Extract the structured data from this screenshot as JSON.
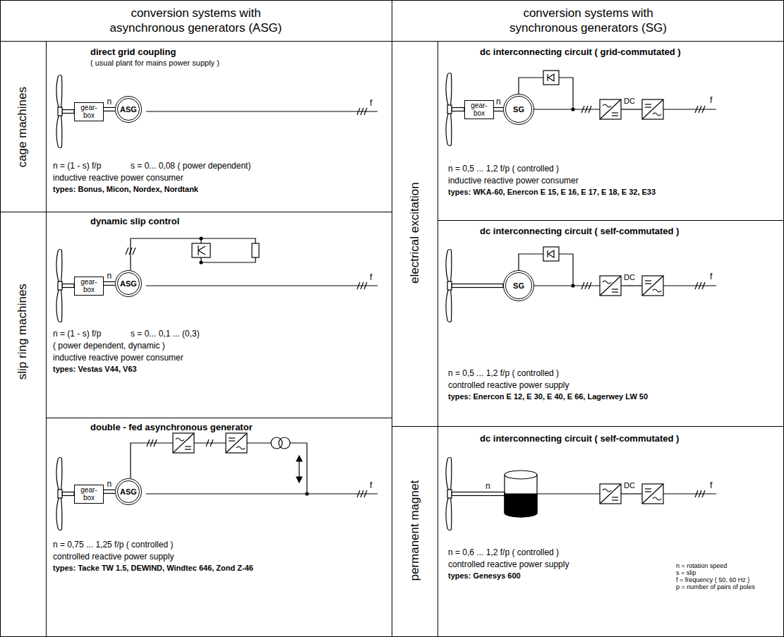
{
  "diagram": {
    "nodes": [
      {
        "text": [
          "conversion systems with asynchronous generators (ASG)"
        ]
      },
      {
        "text": [
          "conversion systems with synchronous generators (SG)"
        ]
      },
      {
        "text": [
          "cage machines"
        ]
      },
      {
        "text": [
          "direct grid coupling",
          "( usual plant for mains power supply )",
          "n = (1 - s) f/p",
          "s = 0... 0,08 ( power dependent)",
          "inductive reactive power consumer",
          "types: Bonus, Micon, Nordex, Nordtank"
        ]
      },
      {
        "text": [
          "gear- box"
        ],
        "in": 3
      },
      {
        "text": [
          "ASG"
        ],
        "in": 3
      },
      {
        "text": [
          "slip ring machines"
        ]
      },
      {
        "text": [
          "dynamic slip control",
          "n = (1 - s) f/p",
          "s = 0... 0,1 ... (0,3)",
          "( power dependent, dynamic )",
          "inductive reactive power consumer",
          "types: Vestas V44, V63"
        ]
      },
      {
        "text": [
          "gear- box"
        ],
        "in": 7
      },
      {
        "text": [
          "ASG"
        ],
        "in": 7
      },
      {
        "text": [
          "double - fed asynchronous generator",
          "n = 0,75 ... 1,25 f/p ( controlled )",
          "controlled reactive power supply",
          "types: Tacke TW 1.5, DEWIND, Windtec 646, Zond Z-46"
        ]
      },
      {
        "text": [
          "gear- box"
        ],
        "in": 10
      },
      {
        "text": [
          "ASG"
        ],
        "in": 10
      },
      {
        "text": [
          "electrical excitation"
        ]
      },
      {
        "text": [
          "dc interconnecting circuit ( grid-commutated )",
          "n = 0,5 ... 1,2 f/p ( controlled )",
          "inductive reactive power consumer",
          "types: WKA-60, Enercon E 15, E 16, E 17, E 18, E 32, E33"
        ]
      },
      {
        "text": [
          "gear- box"
        ],
        "in": 14
      },
      {
        "text": [
          "SG"
        ],
        "in": 14
      },
      {
        "text": [
          "dc interconnecting circuit ( self-commutated )",
          "n = 0,5 ... 1,2 f/p ( controlled )",
          "controlled reactive power supply",
          "types: Enercon E 12, E 30, E 40, E 66, Lagerwey LW 50"
        ]
      },
      {
        "text": [
          "SG"
        ],
        "in": 17
      },
      {
        "text": [
          "permanent magnet"
        ]
      },
      {
        "text": [
          "dc interconnecting circuit ( self-commutated )",
          "n = 0,6 ... 1,2 f/p ( controlled )",
          "controlled reactive power supply",
          "types: Genesys 600"
        ]
      }
    ],
    "edges": [
      {
        "from": 4,
        "to": 5,
        "label": "n",
        "arrow": "none"
      },
      {
        "from": 8,
        "to": 9,
        "label": "n",
        "arrow": "none"
      },
      {
        "from": 11,
        "to": 12,
        "label": "n",
        "arrow": "none"
      },
      {
        "from": 15,
        "to": 16,
        "label": "n",
        "arrow": "none"
      }
    ],
    "labels": [
      "f",
      "f",
      "f",
      "f",
      "DC",
      "f",
      "DC",
      "n",
      "DC",
      "f",
      "n = rotation speed",
      "s = slip",
      "f = frequency ( 50, 60 Hz )",
      "p = number of pairs of poles"
    ]
  }
}
